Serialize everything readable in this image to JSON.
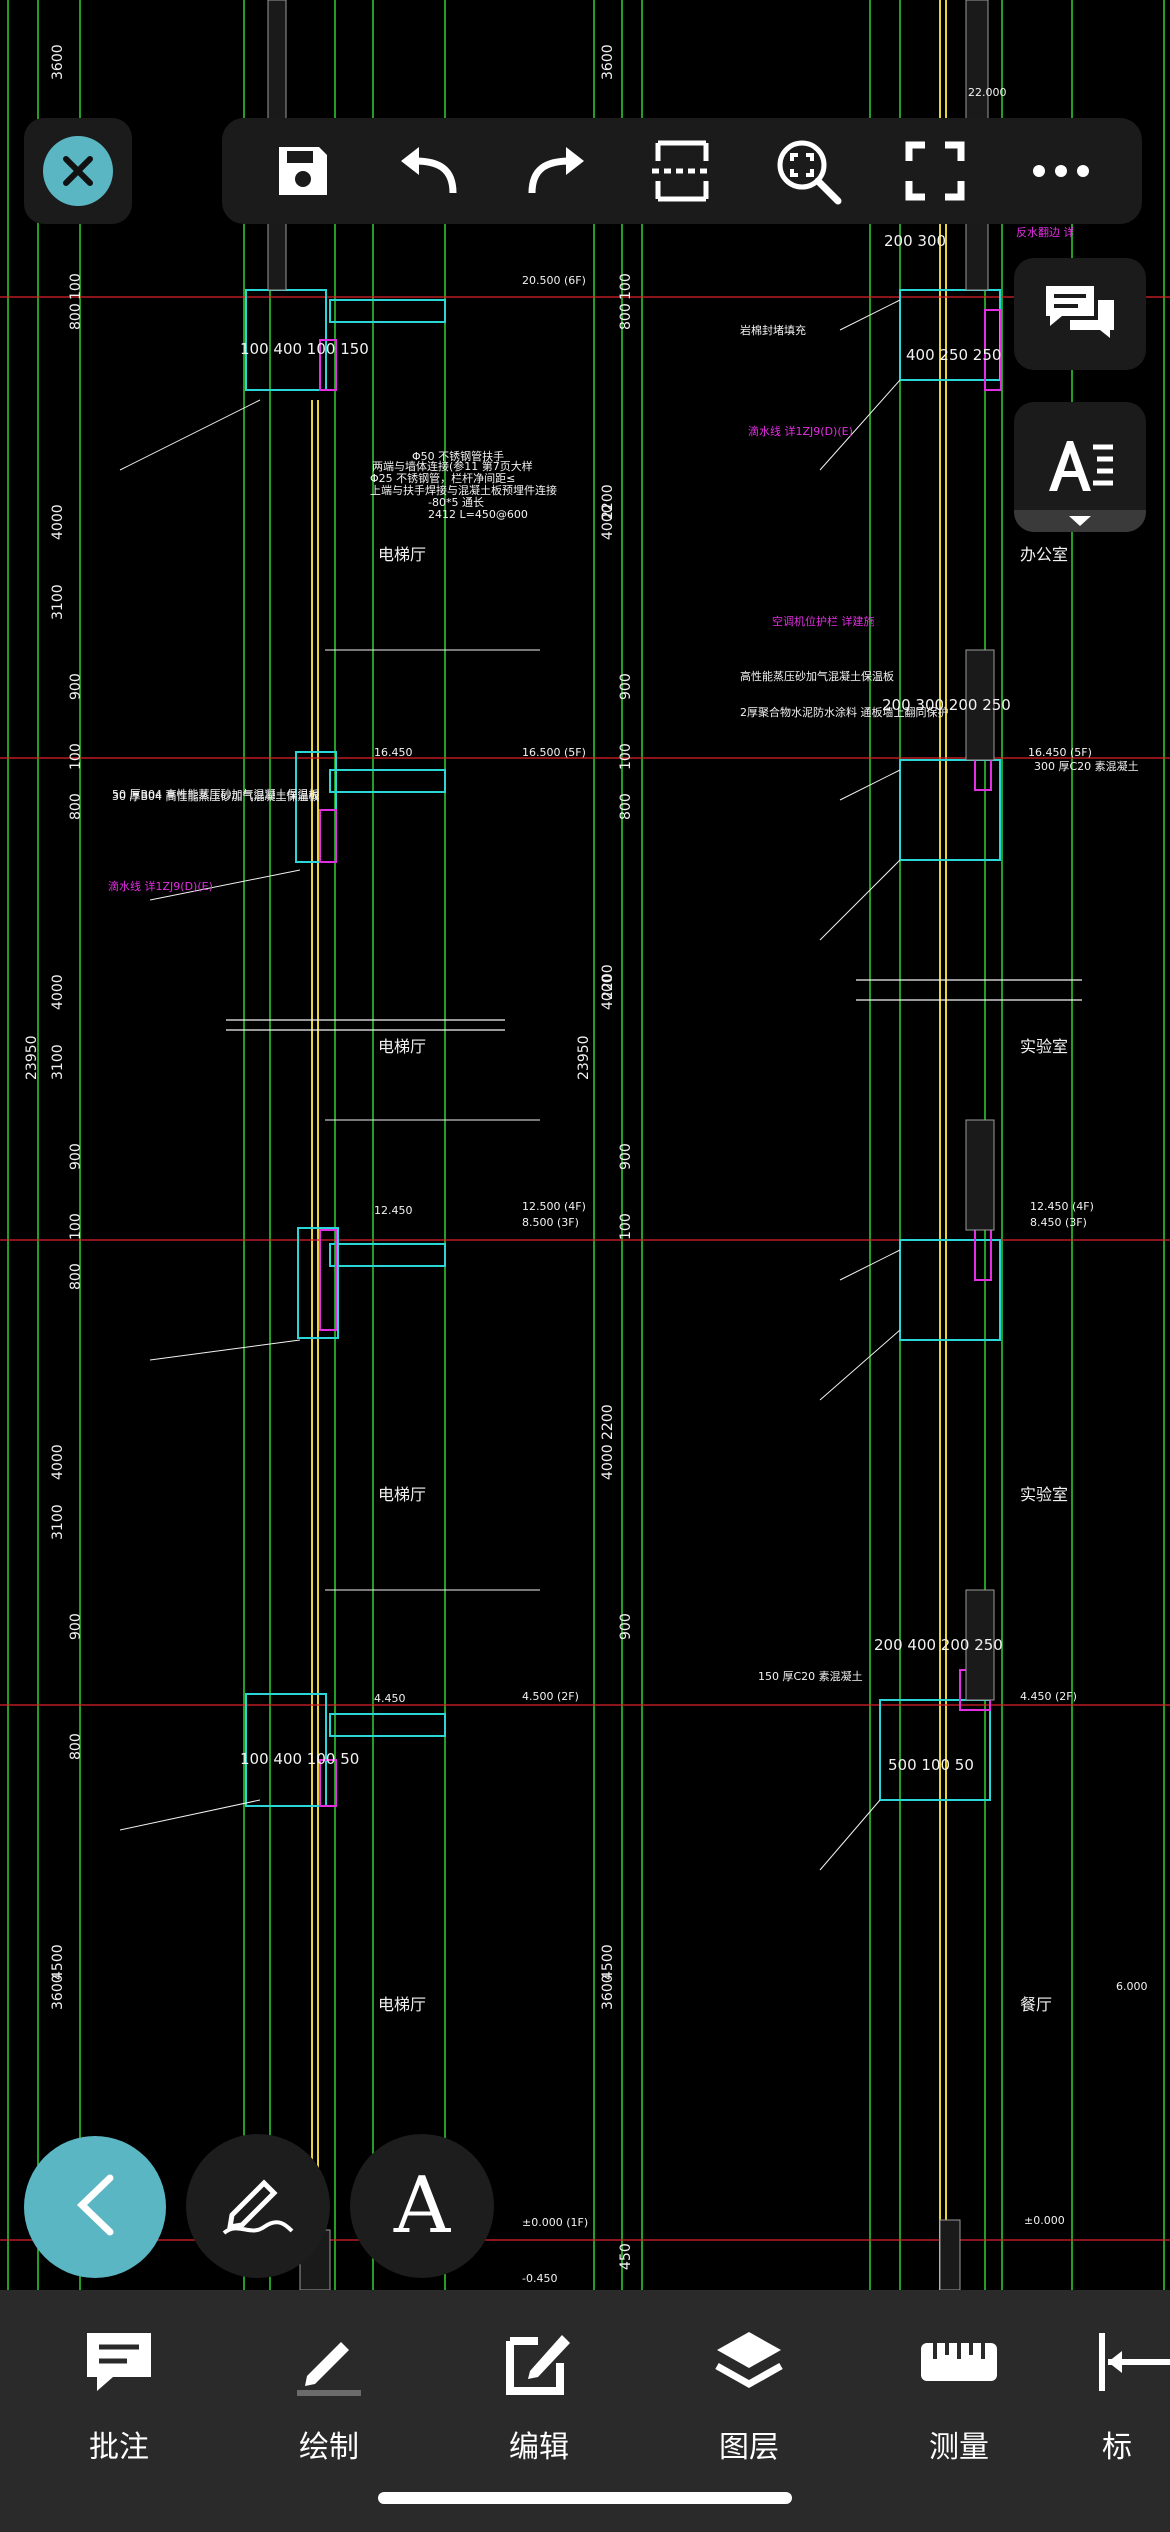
{
  "toolbar": {
    "icons": [
      "close-icon",
      "save-icon",
      "undo-icon",
      "redo-icon",
      "section-view-icon",
      "zoom-extents-icon",
      "fullscreen-icon",
      "more-icon"
    ]
  },
  "side_buttons": {
    "comments_icon": "comments-icon",
    "text_style_icon": "text-style-icon"
  },
  "fabs": {
    "back_icon": "chevron-left-icon",
    "draw_icon": "pen-wave-icon",
    "text_label": "A"
  },
  "bottom_nav": {
    "items": [
      {
        "label": "批注",
        "icon": "annotate-icon"
      },
      {
        "label": "绘制",
        "icon": "draw-icon"
      },
      {
        "label": "编辑",
        "icon": "edit-icon"
      },
      {
        "label": "图层",
        "icon": "layers-icon"
      },
      {
        "label": "测量",
        "icon": "measure-icon"
      },
      {
        "label": "标",
        "icon": "dimension-icon"
      }
    ]
  },
  "drawing": {
    "colors": {
      "grid": "#2fd12f",
      "red_line": "#e0222a",
      "yellow": "#e6d23a",
      "magenta": "#e22fe2",
      "white": "#f2f2f2",
      "cyan": "#2bd6d6"
    },
    "left_dims": [
      "3600",
      "4000",
      "3100",
      "4000",
      "3100",
      "23950",
      "4000",
      "3100",
      "4500",
      "3600",
      "800",
      "800",
      "800",
      "800",
      "900",
      "900",
      "900",
      "100",
      "100",
      "100",
      "100"
    ],
    "mid_dims": [
      "3600",
      "4000",
      "2200",
      "4000",
      "2200",
      "23950",
      "4000",
      "2200",
      "4500",
      "3600",
      "450",
      "800",
      "800",
      "900",
      "900",
      "900",
      "100",
      "100",
      "100"
    ],
    "elevations": [
      "20.500 (6F)",
      "16.500 (5F)",
      "16.450 (5F)",
      "12.500 (4F)",
      "8.500 (3F)",
      "12.450 (4F)",
      "8.450 (3F)",
      "4.500 (2F)",
      "4.450 (2F)",
      "±0.000 (1F)",
      "-0.450",
      "6.000",
      "16.450",
      "12.450",
      "4.450",
      "±0.000",
      "22.000"
    ],
    "room_labels": [
      {
        "text": "电梯厅",
        "side": "left",
        "row": 1
      },
      {
        "text": "电梯厅",
        "side": "left",
        "row": 2
      },
      {
        "text": "电梯厅",
        "side": "left",
        "row": 3
      },
      {
        "text": "电梯厅",
        "side": "left",
        "row": 4
      },
      {
        "text": "办公室",
        "side": "right",
        "row": 1
      },
      {
        "text": "实验室",
        "side": "right",
        "row": 2
      },
      {
        "text": "实验室",
        "side": "right",
        "row": 3
      },
      {
        "text": "餐厅",
        "side": "right",
        "row": 4
      }
    ],
    "notes_left": [
      "50 厚B04 高性能蒸压砂加气混凝土保温板",
      "30 厚B04 高性能蒸压砂加气混凝土保温板",
      "滴水线 详1ZJ9(D)(E)",
      "Φ50 不锈钢管扶手",
      "两端与墙体连接(参11 第7页大样",
      "Φ25 不锈钢管，栏杆净间距≤",
      "上端与扶手焊接与混凝土板预埋件连接",
      "-80*5 通长",
      "2412 L=450@600"
    ],
    "notes_right": [
      "岩棉封堵填充",
      "滴水线 详1ZJ9(D)(E)",
      "空调机位护栏 详建施",
      "2厚聚合物水泥防水涂料 通板墙上翻同保护",
      "高性能蒸压砂加气混凝土保温板",
      "300 厚C20 素混凝土",
      "150 厚C20 素混凝土",
      "反水翻边 详"
    ],
    "detail_dims_left": [
      "100 400 100 150",
      "100 400 100 50"
    ],
    "detail_dims_right": [
      "200 300",
      "400 250 250",
      "200 300 200 250",
      "500 100 50",
      "200 400 200 250"
    ]
  }
}
